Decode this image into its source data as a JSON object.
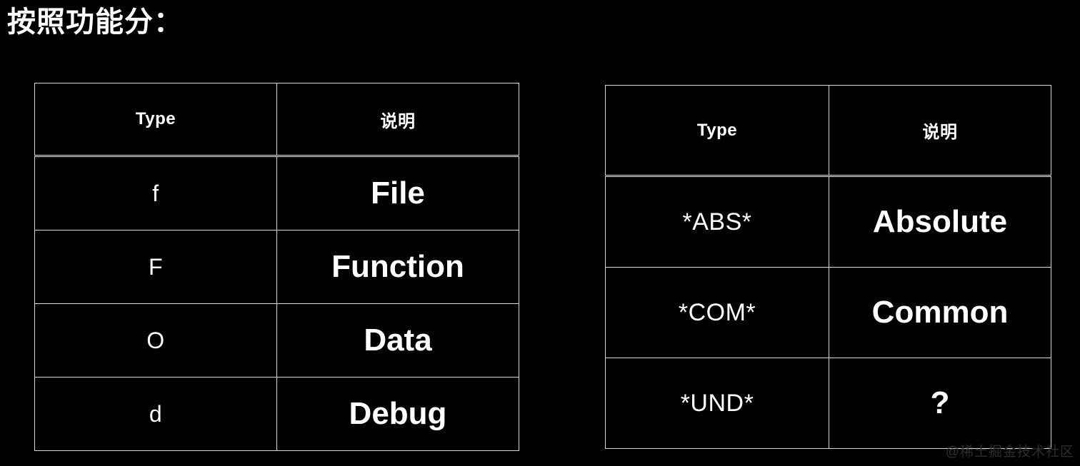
{
  "page": {
    "title": "按照功能分：",
    "background_color": "#000000",
    "text_color": "#ffffff",
    "border_color": "#d8d8d8"
  },
  "tables": [
    {
      "id": "table-left",
      "headers": [
        "Type",
        "说明"
      ],
      "rows": [
        {
          "type": "f",
          "desc": "File"
        },
        {
          "type": "F",
          "desc": "Function"
        },
        {
          "type": "O",
          "desc": "Data"
        },
        {
          "type": "d",
          "desc": "Debug"
        }
      ]
    },
    {
      "id": "table-right",
      "headers": [
        "Type",
        "说明"
      ],
      "rows": [
        {
          "type": "*ABS*",
          "desc": "Absolute"
        },
        {
          "type": "*COM*",
          "desc": "Common"
        },
        {
          "type": "*UND*",
          "desc": "?"
        }
      ]
    }
  ],
  "watermark": {
    "text": "@稀土掘金技术社区",
    "color": "#2e2e2e"
  }
}
